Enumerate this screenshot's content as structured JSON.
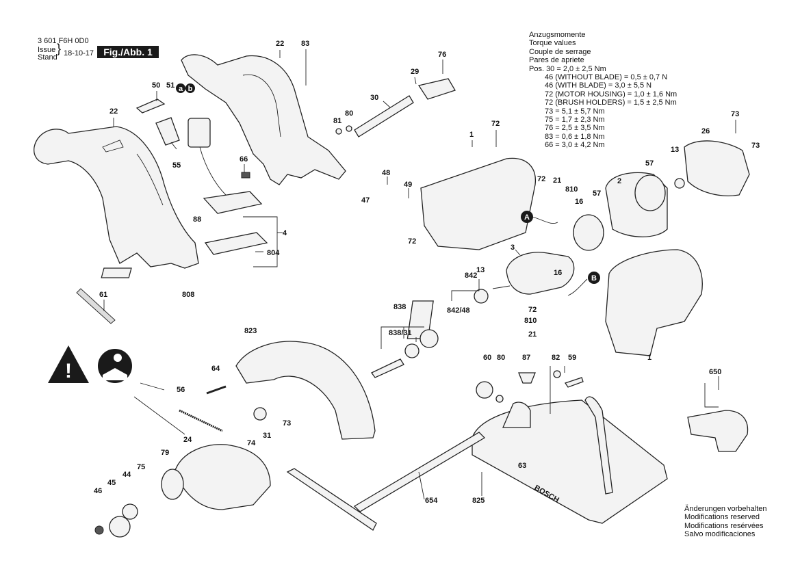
{
  "header": {
    "doc_number": "3 601 F6H 0D0",
    "issue_label": "Issue",
    "stand_label": "Stand",
    "date": "18-10-17",
    "figure_label": "Fig./Abb. 1"
  },
  "torque_table": {
    "title_lines": [
      "Anzugsmomente",
      "Torque values",
      "Couple de serrage",
      "Pares de apriete"
    ],
    "first_row": "Pos. 30 = 2,0 ± 2,5 Nm",
    "rows": [
      "46 (WITHOUT BLADE) = 0,5 ± 0,7 N",
      "46 (WITH BLADE) = 3,0 ± 5,5 N",
      "72 (MOTOR HOUSING) = 1,0 ± 1,6 Nm",
      "72 (BRUSH HOLDERS) = 1,5 ± 2,5 Nm",
      "73 = 5,1 ± 5,7 Nm",
      "75 = 1,7 ± 2,3 Nm",
      "76 = 2,5 ± 3,5 Nm",
      "83 = 0,6 ± 1,8 Nm",
      "66 = 3,0 ± 4,2 Nm"
    ]
  },
  "notes": [
    "Änderungen vorbehalten",
    "Modifications reserved",
    "Modifications resérvées",
    "Salvo modificaciones"
  ],
  "markers": {
    "a": "a",
    "b": "b",
    "A": "A",
    "B": "B"
  },
  "brand_text": "BOSCH",
  "labels": {
    "p22a": "22",
    "p22b": "22",
    "p83": "83",
    "p76": "76",
    "p50": "50",
    "p51": "51",
    "p29": "29",
    "p30": "30",
    "p80a": "80",
    "p81": "81",
    "p55": "55",
    "p66": "66",
    "p1a": "1",
    "p72a": "72",
    "p73a": "73",
    "p73b": "73",
    "p26": "26",
    "p13a": "13",
    "p57a": "57",
    "p48": "48",
    "p49": "49",
    "p47": "47",
    "p72b": "72",
    "p21a": "21",
    "p810a": "810",
    "p16a": "16",
    "p2": "2",
    "p57b": "57",
    "p88": "88",
    "p4": "4",
    "p804": "804",
    "p72c": "72",
    "p808": "808",
    "p61": "61",
    "p3": "3",
    "p842a": "842",
    "p13b": "13",
    "p16b": "16",
    "p72d": "72",
    "p810b": "810",
    "p21b": "21",
    "p842_48": "842/48",
    "p838": "838",
    "p838_31": "838/31",
    "p823": "823",
    "p1b": "1",
    "p60": "60",
    "p80b": "80",
    "p87": "87",
    "p82": "82",
    "p59": "59",
    "p650": "650",
    "p64": "64",
    "p56": "56",
    "p73c": "73",
    "p74": "74",
    "p31": "31",
    "p24": "24",
    "p79": "79",
    "p75": "75",
    "p44": "44",
    "p45": "45",
    "p46": "46",
    "p63": "63",
    "p654": "654",
    "p825": "825"
  }
}
